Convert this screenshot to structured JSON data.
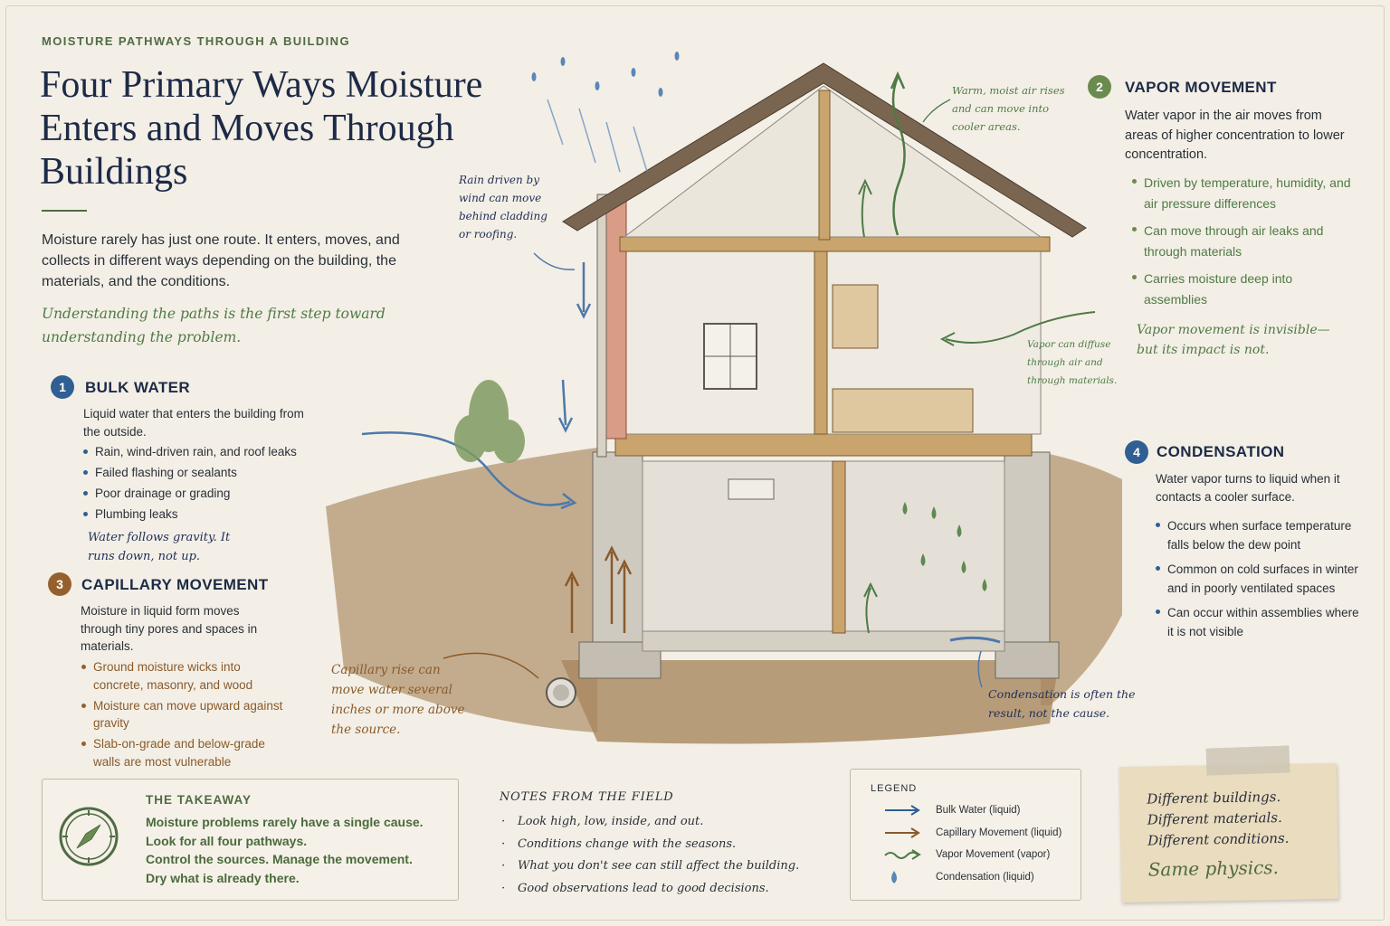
{
  "header": {
    "kicker": "MOISTURE PATHWAYS THROUGH A BUILDING",
    "title": "Four Primary Ways Moisture Enters and Moves Through Buildings",
    "intro": "Moisture rarely has just one route. It enters, moves, and collects in different ways depending on the building, the materials, and the conditions.",
    "intro_note": "Understanding the paths is the first step toward understanding the problem."
  },
  "sections": {
    "bulk": {
      "number": "1",
      "title": "BULK WATER",
      "desc": "Liquid water that enters the building from the outside.",
      "bullets": [
        "Rain, wind-driven rain, and roof leaks",
        "Failed flashing or sealants",
        "Poor drainage or grading",
        "Plumbing leaks"
      ],
      "note": "Water follows gravity. It runs down, not up."
    },
    "vapor": {
      "number": "2",
      "title": "VAPOR MOVEMENT",
      "desc": "Water vapor in the air moves from areas of higher concentration to lower concentration.",
      "bullets": [
        "Driven by temperature, humidity, and air pressure differences",
        "Can move through air leaks and through materials",
        "Carries moisture deep into assemblies"
      ],
      "note": "Vapor movement is invisible— but its impact is not."
    },
    "capillary": {
      "number": "3",
      "title": "CAPILLARY MOVEMENT",
      "desc": "Moisture in liquid form moves through tiny pores and spaces in materials.",
      "bullets": [
        "Ground moisture wicks into concrete, masonry, and wood",
        "Moisture can move upward against gravity",
        "Slab-on-grade and below-grade walls are most vulnerable"
      ]
    },
    "condensation": {
      "number": "4",
      "title": "CONDENSATION",
      "desc": "Water vapor turns to liquid when it contacts a cooler surface.",
      "bullets": [
        "Occurs when surface temperature falls below the dew point",
        "Common on cold surfaces in winter and in poorly ventilated spaces",
        "Can occur within assemblies where it is not visible"
      ]
    }
  },
  "annotations": {
    "rain": "Rain driven by wind can move behind cladding or roofing.",
    "warm_air": "Warm, moist air rises and can move into cooler areas.",
    "vapor_diffuse": "Vapor can diffuse through air and through materials.",
    "capillary_rise": "Capillary rise can move water several inches or more above the source.",
    "condensation_result": "Condensation is often the result, not the cause."
  },
  "takeaway": {
    "title": "THE TAKEAWAY",
    "lines": [
      "Moisture problems rarely have a single cause.",
      "Look for all four pathways.",
      "Control the sources. Manage the movement.",
      "Dry what is already there."
    ]
  },
  "field_notes": {
    "title": "NOTES FROM THE FIELD",
    "items": [
      "Look high, low, inside, and out.",
      "Conditions change with the seasons.",
      "What you don't see can still affect the building.",
      "Good observations lead to good decisions."
    ]
  },
  "legend": {
    "title": "LEGEND",
    "items": [
      {
        "label": "Bulk Water (liquid)",
        "color": "#2f5f93",
        "icon": "arrow"
      },
      {
        "label": "Capillary Movement (liquid)",
        "color": "#8a5a2a",
        "icon": "arrow"
      },
      {
        "label": "Vapor Movement (vapor)",
        "color": "#4f7a45",
        "icon": "wavy-arrow"
      },
      {
        "label": "Condensation (liquid)",
        "color": "#2f5f93",
        "icon": "droplet"
      }
    ]
  },
  "card": {
    "lines": [
      "Different buildings.",
      "Different materials.",
      "Different conditions."
    ],
    "emphasis": "Same physics."
  }
}
